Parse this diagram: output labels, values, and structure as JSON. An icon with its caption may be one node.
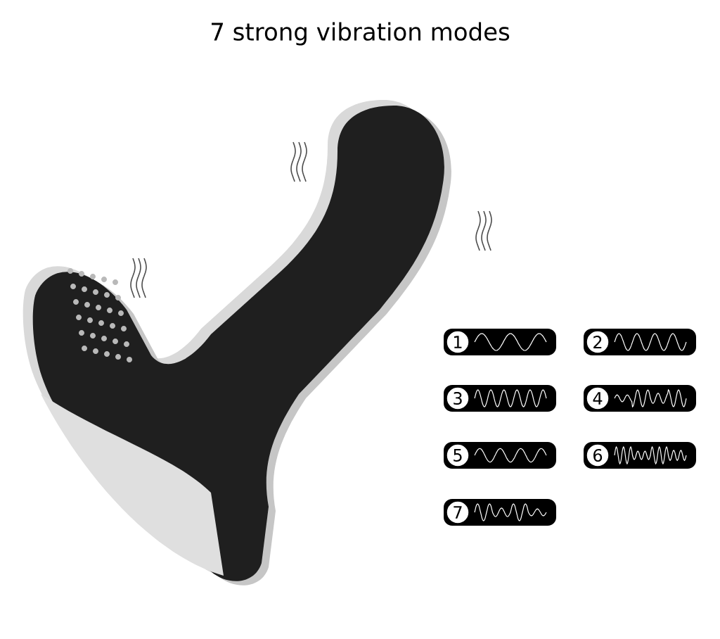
{
  "diagram": {
    "title": "7 strong vibration modes",
    "nodes": [
      {
        "text": [
          "1"
        ]
      },
      {
        "text": [
          "2"
        ]
      },
      {
        "text": [
          "3"
        ]
      },
      {
        "text": [
          "4"
        ]
      },
      {
        "text": [
          "5"
        ]
      },
      {
        "text": [
          "6"
        ]
      },
      {
        "text": [
          "7"
        ]
      }
    ]
  }
}
